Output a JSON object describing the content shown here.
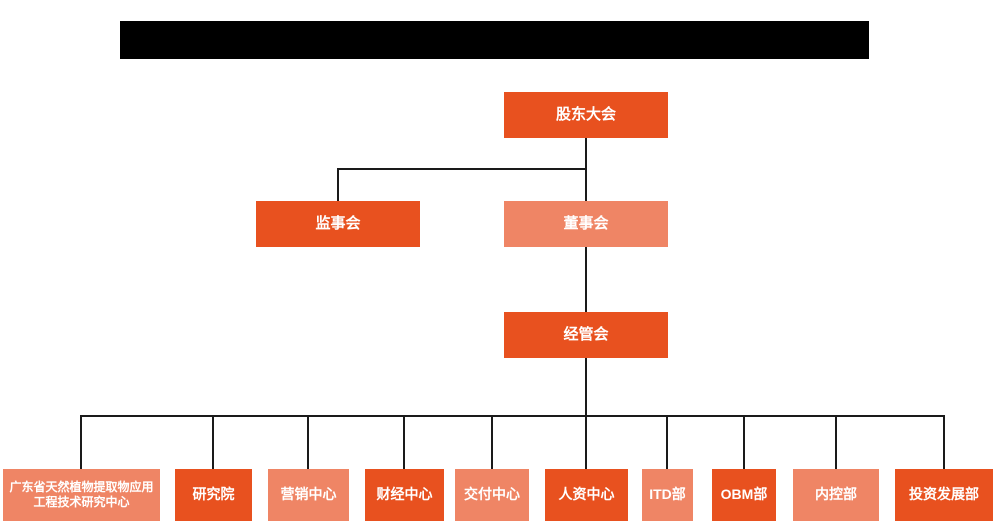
{
  "colors": {
    "primary": "#e8511f",
    "secondary": "#ef8565",
    "line": "#1a1a1a",
    "redacted": "#000000",
    "text": "#ffffff",
    "background": "#ffffff"
  },
  "org_chart": {
    "type": "organizational-chart",
    "nodes": [
      {
        "id": "shareholders-meeting",
        "label": "股东大会",
        "level": 1,
        "color": "primary"
      },
      {
        "id": "supervisory-board",
        "label": "监事会",
        "level": 2,
        "color": "primary"
      },
      {
        "id": "board-of-directors",
        "label": "董事会",
        "level": 2,
        "color": "secondary"
      },
      {
        "id": "management-committee",
        "label": "经管会",
        "level": 3,
        "color": "primary"
      },
      {
        "id": "gd-plant-extract-research-center",
        "label": "广东省天然植物提取物应用工程技术研究中心",
        "level": 4,
        "color": "secondary"
      },
      {
        "id": "research-institute",
        "label": "研究院",
        "level": 4,
        "color": "primary"
      },
      {
        "id": "marketing-center",
        "label": "营销中心",
        "level": 4,
        "color": "secondary"
      },
      {
        "id": "finance-center",
        "label": "财经中心",
        "level": 4,
        "color": "primary"
      },
      {
        "id": "delivery-center",
        "label": "交付中心",
        "level": 4,
        "color": "secondary"
      },
      {
        "id": "hr-center",
        "label": "人资中心",
        "level": 4,
        "color": "primary"
      },
      {
        "id": "itd-department",
        "label": "ITD部",
        "level": 4,
        "color": "secondary"
      },
      {
        "id": "obm-department",
        "label": "OBM部",
        "level": 4,
        "color": "primary"
      },
      {
        "id": "internal-control-department",
        "label": "内控部",
        "level": 4,
        "color": "secondary"
      },
      {
        "id": "investment-development-department",
        "label": "投资发展部",
        "level": 4,
        "color": "primary"
      }
    ],
    "edges": [
      {
        "from": "shareholders-meeting",
        "to": "supervisory-board"
      },
      {
        "from": "shareholders-meeting",
        "to": "board-of-directors"
      },
      {
        "from": "board-of-directors",
        "to": "management-committee"
      },
      {
        "from": "management-committee",
        "to": "gd-plant-extract-research-center"
      },
      {
        "from": "management-committee",
        "to": "research-institute"
      },
      {
        "from": "management-committee",
        "to": "marketing-center"
      },
      {
        "from": "management-committee",
        "to": "finance-center"
      },
      {
        "from": "management-committee",
        "to": "delivery-center"
      },
      {
        "from": "management-committee",
        "to": "hr-center"
      },
      {
        "from": "management-committee",
        "to": "itd-department"
      },
      {
        "from": "management-committee",
        "to": "obm-department"
      },
      {
        "from": "management-committee",
        "to": "internal-control-department"
      },
      {
        "from": "management-committee",
        "to": "investment-development-department"
      }
    ]
  }
}
